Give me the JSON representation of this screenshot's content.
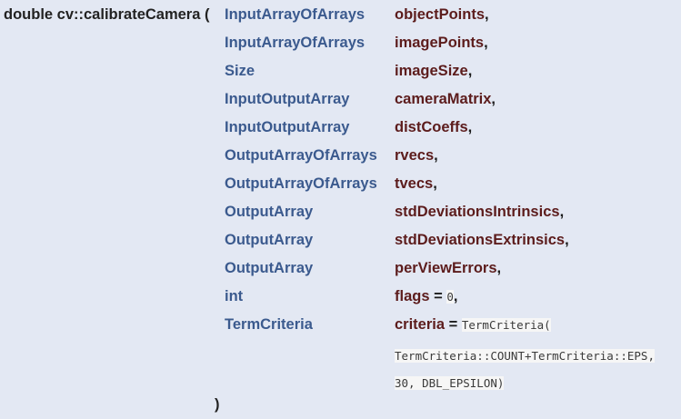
{
  "signature": {
    "prefix": "double cv::calibrateCamera (",
    "params": [
      {
        "type": "InputArrayOfArrays",
        "name": "objectPoints",
        "suffix": ","
      },
      {
        "type": "InputArrayOfArrays",
        "name": "imagePoints",
        "suffix": ","
      },
      {
        "type": "Size",
        "name": "imageSize",
        "suffix": ","
      },
      {
        "type": "InputOutputArray",
        "name": "cameraMatrix",
        "suffix": ","
      },
      {
        "type": "InputOutputArray",
        "name": "distCoeffs",
        "suffix": ","
      },
      {
        "type": "OutputArrayOfArrays",
        "name": "rvecs",
        "suffix": ","
      },
      {
        "type": "OutputArrayOfArrays",
        "name": "tvecs",
        "suffix": ","
      },
      {
        "type": "OutputArray",
        "name": "stdDeviationsIntrinsics",
        "suffix": ","
      },
      {
        "type": "OutputArray",
        "name": "stdDeviationsExtrinsics",
        "suffix": ","
      },
      {
        "type": "OutputArray",
        "name": "perViewErrors",
        "suffix": ","
      },
      {
        "type": "int",
        "name": "flags",
        "equals": " = ",
        "default": "0",
        "suffix": ","
      },
      {
        "type": "TermCriteria",
        "name": "criteria",
        "equals": " = ",
        "default": "TermCriteria("
      }
    ],
    "default_continuation": [
      "TermCriteria::COUNT+TermCriteria::EPS,",
      "30, DBL_EPSILON)"
    ],
    "close": ")"
  }
}
